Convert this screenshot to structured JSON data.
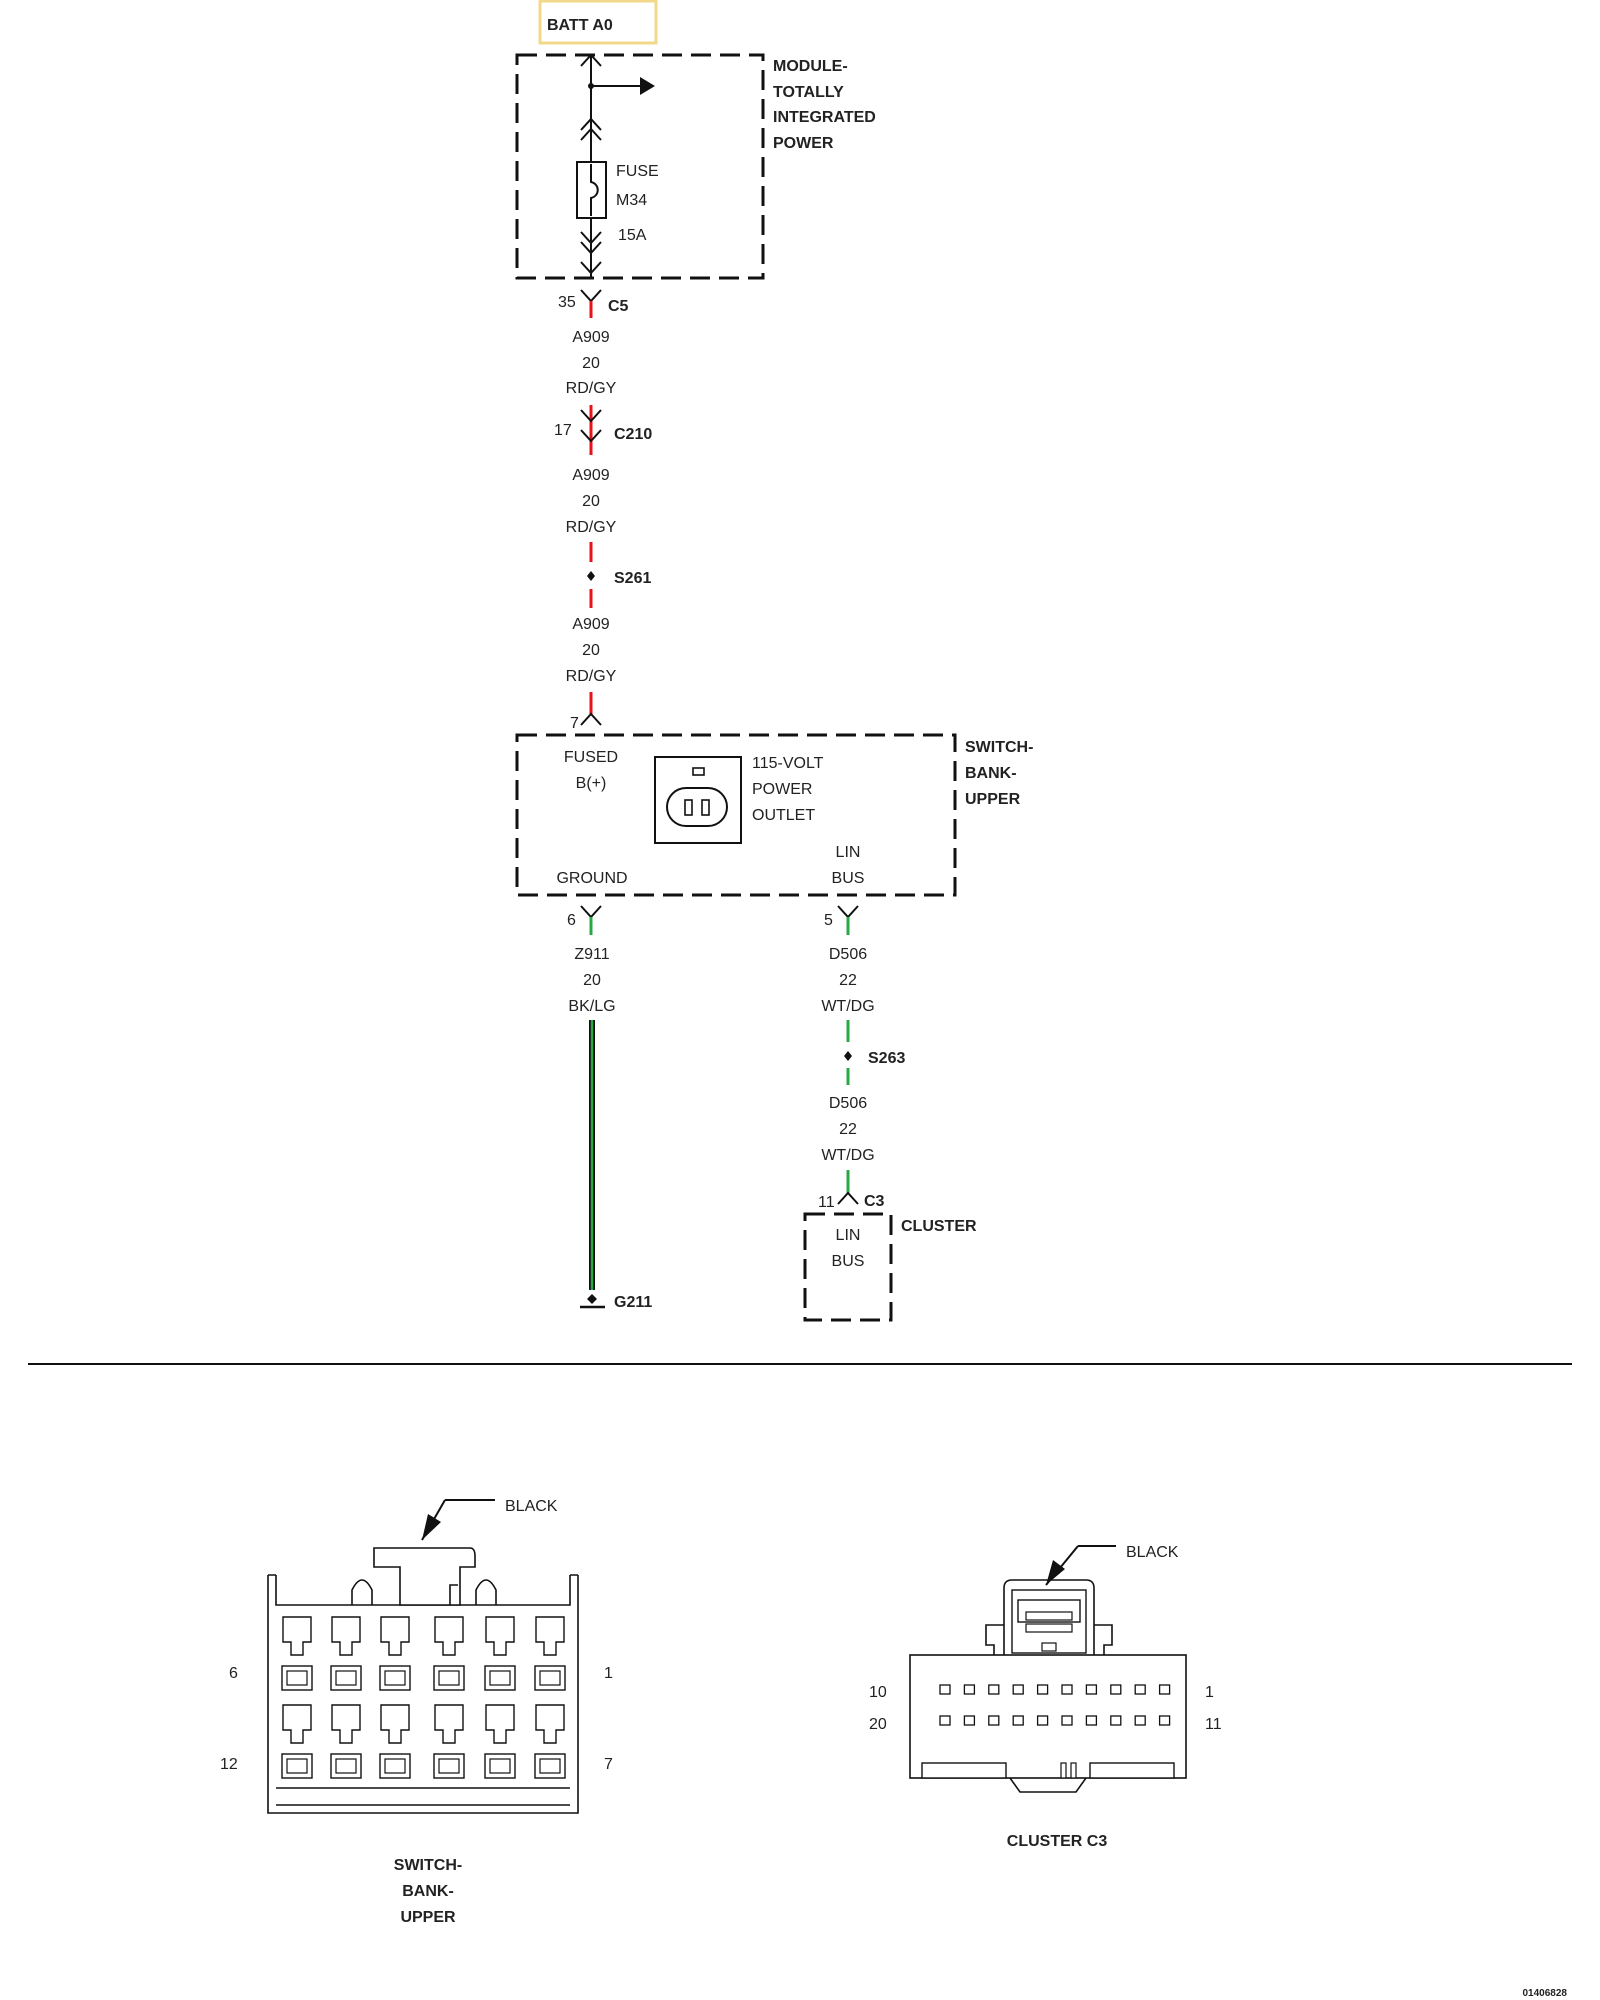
{
  "colors": {
    "red_wire": "#e8111c",
    "green_wire": "#28a745",
    "batt_box_border": "#f2d98a"
  },
  "batt": {
    "label": "BATT A0"
  },
  "module": {
    "line1": "MODULE-",
    "line2": "TOTALLY",
    "line3": "INTEGRATED",
    "line4": "POWER"
  },
  "fuse": {
    "label": "FUSE",
    "id": "M34",
    "rating": "15A"
  },
  "c5": {
    "pin": "35",
    "name": "C5"
  },
  "c210": {
    "pin": "17",
    "name": "C210"
  },
  "s261": {
    "name": "S261"
  },
  "wire_a909": {
    "circuit": "A909",
    "gauge": "20",
    "color": "RD/GY"
  },
  "switchbank": {
    "title1": "SWITCH-",
    "title2": "BANK-",
    "title3": "UPPER",
    "pin_in": "7",
    "fused1": "FUSED",
    "fused2": "B(+)",
    "outlet1": "115-VOLT",
    "outlet2": "POWER",
    "outlet3": "OUTLET",
    "lin1": "LIN",
    "lin2": "BUS",
    "ground": "GROUND",
    "pin_ground": "6",
    "pin_lin": "5"
  },
  "wire_z911": {
    "circuit": "Z911",
    "gauge": "20",
    "color": "BK/LG"
  },
  "wire_d506": {
    "circuit": "D506",
    "gauge": "22",
    "color": "WT/DG"
  },
  "s263": {
    "name": "S263"
  },
  "cluster": {
    "pin": "11",
    "connector": "C3",
    "title": "CLUSTER",
    "lin1": "LIN",
    "lin2": "BUS"
  },
  "g211": {
    "name": "G211"
  },
  "connector_left": {
    "color_label": "BLACK",
    "pin_top_left": "6",
    "pin_top_right": "1",
    "pin_bottom_left": "12",
    "pin_bottom_right": "7",
    "caption1": "SWITCH-",
    "caption2": "BANK-",
    "caption3": "UPPER"
  },
  "connector_right": {
    "color_label": "BLACK",
    "pin_top_left": "10",
    "pin_top_right": "1",
    "pin_bottom_left": "20",
    "pin_bottom_right": "11",
    "caption": "CLUSTER C3"
  },
  "figure_id": "01406828"
}
